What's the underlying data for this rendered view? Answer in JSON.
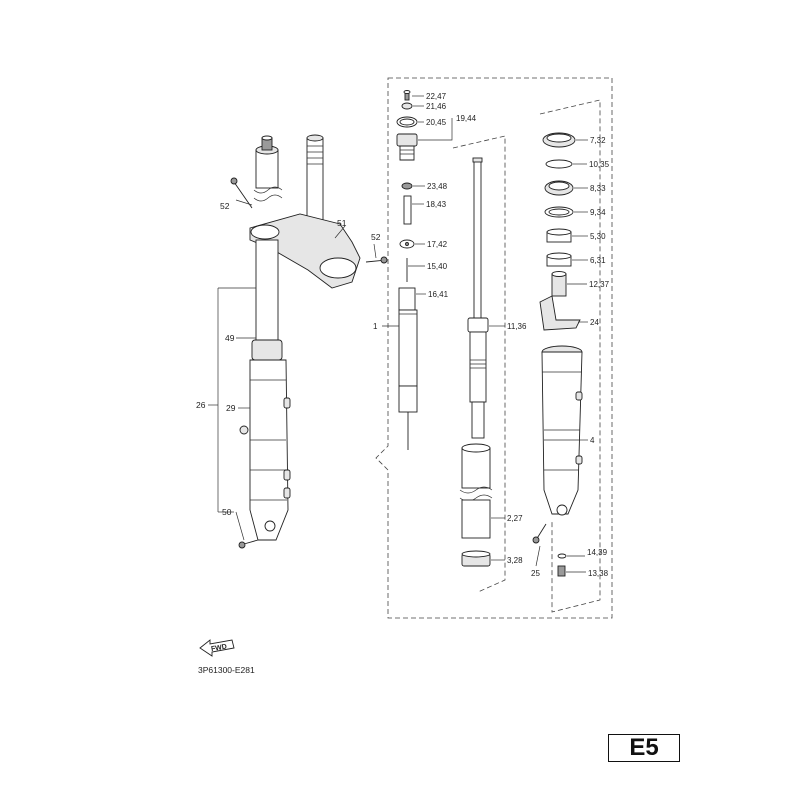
{
  "diagram": {
    "callouts": [
      {
        "id": "c1",
        "text": "22,47"
      },
      {
        "id": "c2",
        "text": "21,46"
      },
      {
        "id": "c3",
        "text": "20,45"
      },
      {
        "id": "c4",
        "text": "19,44"
      },
      {
        "id": "c5",
        "text": "23,48"
      },
      {
        "id": "c6",
        "text": "18,43"
      },
      {
        "id": "c7",
        "text": "17,42"
      },
      {
        "id": "c8",
        "text": "15,40"
      },
      {
        "id": "c9",
        "text": "16,41"
      },
      {
        "id": "c10",
        "text": "1"
      },
      {
        "id": "c11",
        "text": "11,36"
      },
      {
        "id": "c12",
        "text": "2,27"
      },
      {
        "id": "c13",
        "text": "3,28"
      },
      {
        "id": "c14",
        "text": "7,32"
      },
      {
        "id": "c15",
        "text": "10,35"
      },
      {
        "id": "c16",
        "text": "8,33"
      },
      {
        "id": "c17",
        "text": "9,34"
      },
      {
        "id": "c18",
        "text": "5,30"
      },
      {
        "id": "c19",
        "text": "6,31"
      },
      {
        "id": "c20",
        "text": "12,37"
      },
      {
        "id": "c21",
        "text": "24"
      },
      {
        "id": "c22",
        "text": "4"
      },
      {
        "id": "c23",
        "text": "14,39"
      },
      {
        "id": "c24",
        "text": "13,38"
      },
      {
        "id": "c25",
        "text": "25"
      },
      {
        "id": "c26",
        "text": "52"
      },
      {
        "id": "c27",
        "text": "51"
      },
      {
        "id": "c28",
        "text": "52"
      },
      {
        "id": "c29",
        "text": "49"
      },
      {
        "id": "c30",
        "text": "26"
      },
      {
        "id": "c31",
        "text": "29"
      },
      {
        "id": "c32",
        "text": "50"
      }
    ],
    "fwd_label": "FWD",
    "drawing_code": "3P61300-E281",
    "page_marker": "E5"
  }
}
